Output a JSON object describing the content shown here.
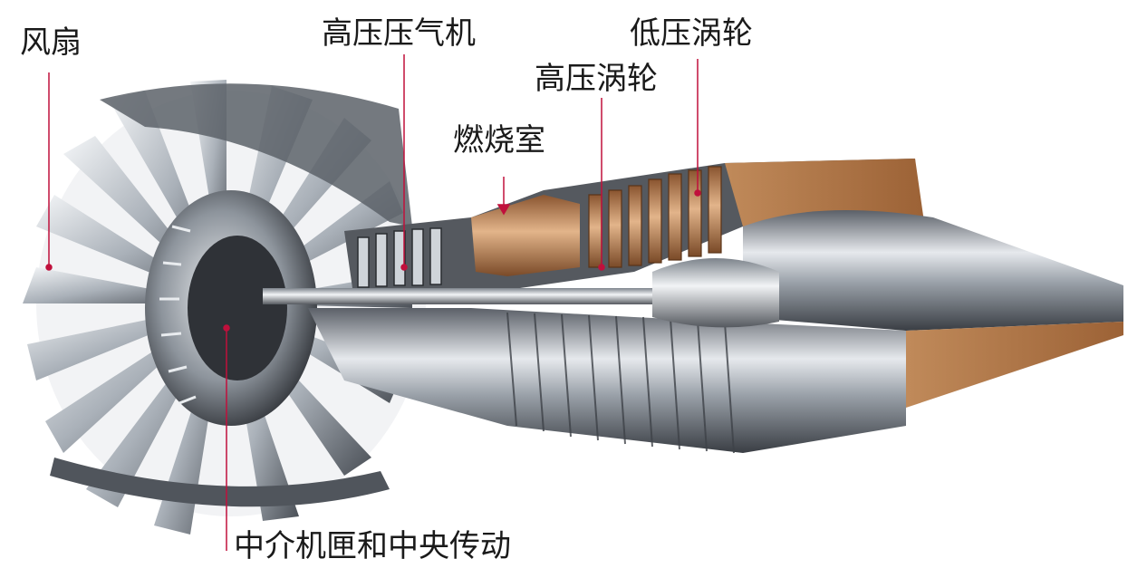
{
  "labels": {
    "fan": "风扇",
    "hp_compressor": "高压压气机",
    "low_pressure_turbine": "低压涡轮",
    "hp_turbine": "高压涡轮",
    "combustor": "燃烧室",
    "intermediate_case": "中介机匣和中央传动"
  },
  "colors": {
    "metal_dark": "#3c4046",
    "metal_mid": "#8e959d",
    "metal_light": "#e3e6ea",
    "copper": "#b8794a",
    "copper_light": "#e2b48a",
    "leader": "#c0103c"
  }
}
